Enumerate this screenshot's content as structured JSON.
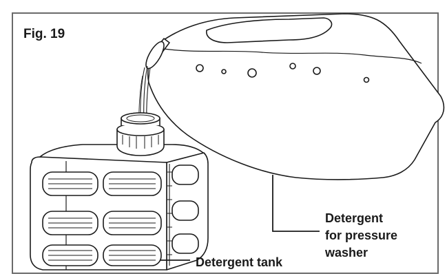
{
  "figure": {
    "title": "Fig. 19",
    "labels": {
      "detergent_tank": "Detergent tank",
      "detergent_line1": "Detergent",
      "detergent_line2": "for pressure",
      "detergent_line3": "washer"
    },
    "colors": {
      "stroke": "#1a1a1a",
      "frame": "#6a6a6a",
      "fill": "#ffffff"
    }
  }
}
